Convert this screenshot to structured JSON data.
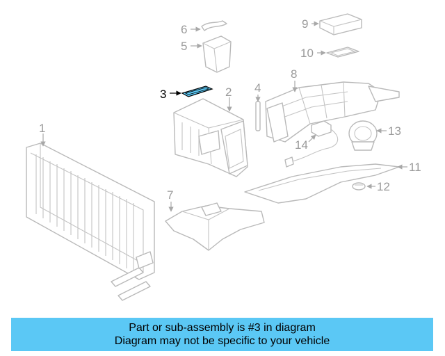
{
  "colors": {
    "accent": "#5bc8f5",
    "line": "#b9b9b9",
    "highlight_outline": "#000000"
  },
  "diagram": {
    "highlighted_part": "3",
    "callouts": [
      "1",
      "2",
      "3",
      "4",
      "5",
      "6",
      "7",
      "8",
      "9",
      "10",
      "11",
      "12",
      "13",
      "14"
    ]
  },
  "banner": {
    "line1": "Part or sub-assembly is #3 in diagram",
    "line2": "Diagram may not be specific to your vehicle"
  }
}
